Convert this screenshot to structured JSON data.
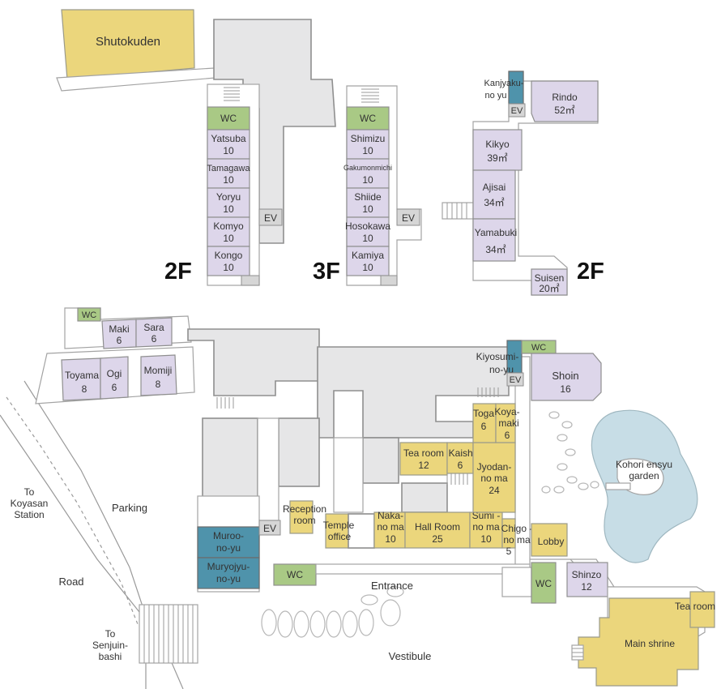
{
  "map": {
    "floor_labels": {
      "left_2f": "2F",
      "mid_3f": "3F",
      "right_2f": "2F"
    },
    "buildings": {
      "shutokuden": "Shutokuden",
      "main_shrine": "Main shrine",
      "tea_room_shrine": "Tea room"
    },
    "rooms_2f_left": [
      {
        "name": "WC"
      },
      {
        "name": "Yatsuba",
        "size": "10"
      },
      {
        "name": "Tamagawa",
        "size": "10"
      },
      {
        "name": "Yoryu",
        "size": "10"
      },
      {
        "name": "Komyo",
        "size": "10"
      },
      {
        "name": "Kongo",
        "size": "10"
      }
    ],
    "rooms_3f": [
      {
        "name": "WC"
      },
      {
        "name": "Shimizu",
        "size": "10"
      },
      {
        "name": "Gakumonmichi",
        "size": "10"
      },
      {
        "name": "Shiide",
        "size": "10"
      },
      {
        "name": "Hosokawa",
        "size": "10"
      },
      {
        "name": "Kamiya",
        "size": "10"
      }
    ],
    "rooms_2f_right": {
      "kanjyaku_line1": "Kanjyaku-",
      "kanjyaku_line2": "no yu",
      "rindo": {
        "name": "Rindo",
        "size": "52㎡"
      },
      "kikyo": {
        "name": "Kikyo",
        "size": "39㎡"
      },
      "ajisai": {
        "name": "Ajisai",
        "size": "34㎡"
      },
      "yamabuki": {
        "name": "Yamabuki",
        "size": "34㎡"
      },
      "suisen": {
        "name": "Suisen",
        "size": "20㎡"
      }
    },
    "ground_floor": {
      "wc": "WC",
      "maki": {
        "name": "Maki",
        "size": "6"
      },
      "sara": {
        "name": "Sara",
        "size": "6"
      },
      "toyama": {
        "name": "Toyama",
        "size": "8"
      },
      "ogi": {
        "name": "Ogi",
        "size": "6"
      },
      "momiji": {
        "name": "Momiji",
        "size": "8"
      },
      "kiyosumi_line1": "Kiyosumi-",
      "kiyosumi_line2": "no-yu",
      "shoin": {
        "name": "Shoin",
        "size": "16"
      },
      "toga": {
        "name": "Toga",
        "size": "6"
      },
      "koyamaki_line1": "Koya-",
      "koyamaki_line2": "maki",
      "koyamaki_size": "6",
      "tea_room": {
        "name": "Tea room",
        "size": "12"
      },
      "kaisho": {
        "name": "Kaisho",
        "size": "6"
      },
      "jyodan_line1": "Jyodan-",
      "jyodan_line2": "no ma",
      "jyodan_size": "24",
      "reception_line1": "Reception",
      "reception_line2": "room",
      "temple_line1": "Temple",
      "temple_line2": "office",
      "naka_line1": "Naka-",
      "naka_line2": "no ma",
      "naka_size": "10",
      "hall": {
        "name": "Hall Room",
        "size": "25"
      },
      "sumi_line1": "Sumi -",
      "sumi_line2": "no ma",
      "sumi_size": "10",
      "chigo_line1": "Chigo -",
      "chigo_line2": "no ma",
      "chigo_size": "5",
      "lobby": "Lobby",
      "muroo_line1": "Muroo-",
      "muroo_line2": "no-yu",
      "muryojyu_line1": "Muryojyu-",
      "muryojyu_line2": "no-yu",
      "shinzo": {
        "name": "Shinzo",
        "size": "12"
      },
      "garden_line1": "Kohori ensyu",
      "garden_line2": "garden"
    },
    "ev": "EV",
    "outdoor": {
      "parking": "Parking",
      "road": "Road",
      "to_koyasan_line1": "To",
      "to_koyasan_line2": "Koyasan",
      "to_koyasan_line3": "Station",
      "to_senjuin_line1": "To",
      "to_senjuin_line2": "Senjuin-",
      "to_senjuin_line3": "bashi",
      "entrance": "Entrance",
      "vestibule": "Vestibule"
    },
    "colors": {
      "guest_room": "#ddd6ea",
      "public_room": "#ebd67c",
      "restroom": "#a9c985",
      "bath": "#4f93ab",
      "building": "#e6e6e7",
      "pond": "#c7dde6"
    }
  }
}
